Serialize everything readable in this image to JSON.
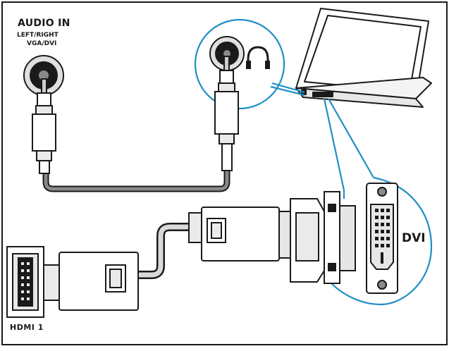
{
  "labels": {
    "audio_in": "AUDIO IN",
    "audio_in_sub1": "LEFT/RIGHT",
    "audio_in_sub2": "VGA/DVI",
    "dvi": "DVI",
    "hdmi": "HDMI 1"
  },
  "icons": {
    "headphone": "headphone-icon",
    "laptop": "laptop-icon"
  },
  "colors": {
    "stroke": "#1a1a1a",
    "cable_gray": "#8a8a8a",
    "cable_light": "#d9d9d9",
    "callout_blue": "#1f8fc4",
    "connector_fill": "#e6e6e6",
    "background": "#ffffff"
  }
}
